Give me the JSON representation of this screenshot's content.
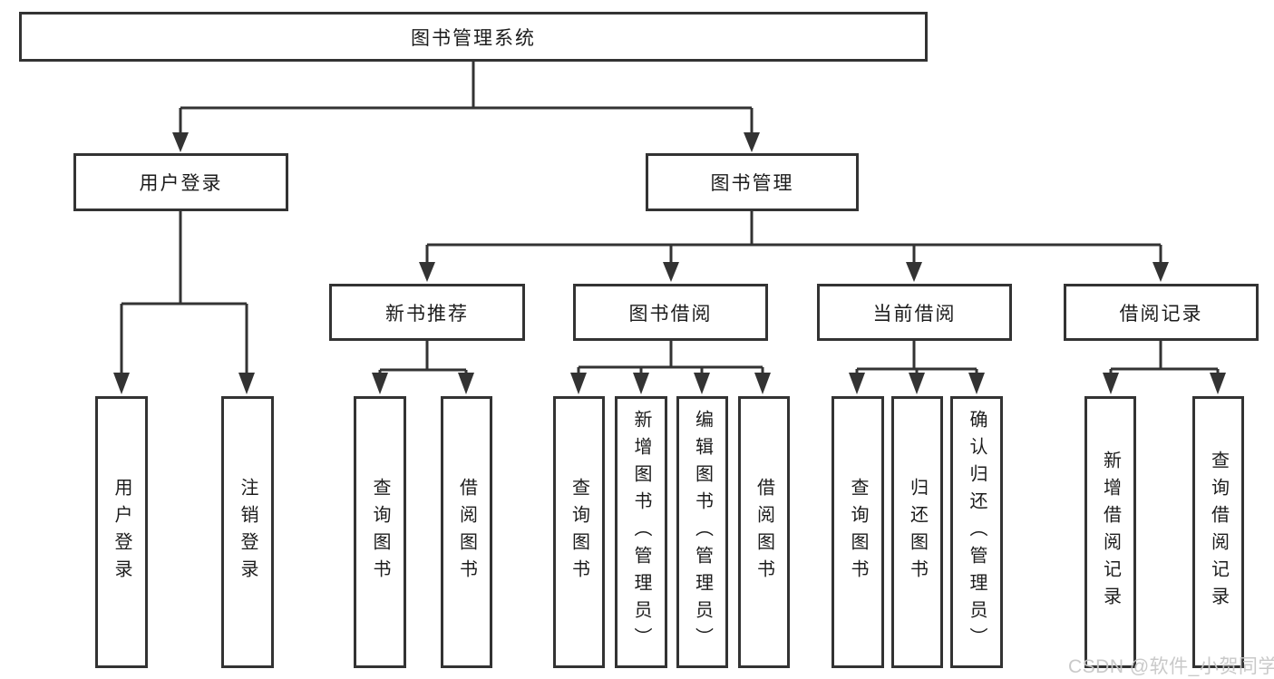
{
  "tree": {
    "root": "图书管理系统",
    "branches": [
      {
        "label": "用户登录",
        "children": [
          "用户登录",
          "注销登录"
        ]
      },
      {
        "label": "图书管理",
        "groups": [
          {
            "label": "新书推荐",
            "children": [
              "查询图书",
              "借阅图书"
            ]
          },
          {
            "label": "图书借阅",
            "children": [
              "查询图书",
              "新增图书（管理员）",
              "编辑图书（管理员）",
              "借阅图书"
            ]
          },
          {
            "label": "当前借阅",
            "children": [
              "查询图书",
              "归还图书",
              "确认归还（管理员）"
            ]
          },
          {
            "label": "借阅记录",
            "children": [
              "新增借阅记录",
              "查询借阅记录"
            ]
          }
        ]
      }
    ]
  },
  "watermark": {
    "text": "CSDN @软件_小贺同学"
  },
  "colors": {
    "line": "#333333",
    "box_border": "#333333",
    "text": "#1c1c1c",
    "watermark": "#c6c6c6",
    "background": "#ffffff"
  }
}
